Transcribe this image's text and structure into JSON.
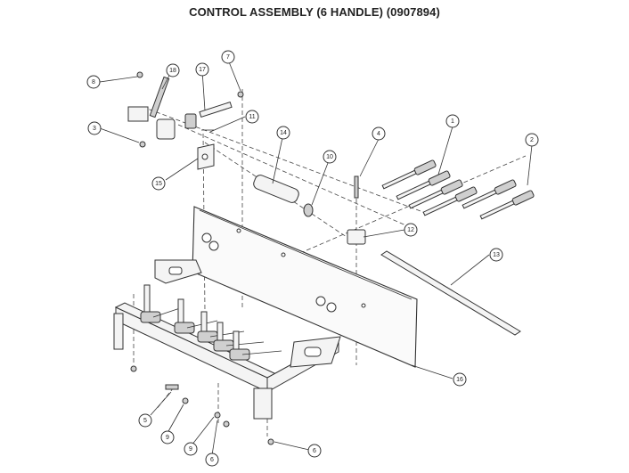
{
  "title": "CONTROL ASSEMBLY (6 HANDLE) (0907894)",
  "callouts": [
    {
      "label": "1"
    },
    {
      "label": "2"
    },
    {
      "label": "3"
    },
    {
      "label": "4"
    },
    {
      "label": "5"
    },
    {
      "label": "6"
    },
    {
      "label": "6"
    },
    {
      "label": "7"
    },
    {
      "label": "8"
    },
    {
      "label": "9"
    },
    {
      "label": "9"
    },
    {
      "label": "10"
    },
    {
      "label": "11"
    },
    {
      "label": "12"
    },
    {
      "label": "13"
    },
    {
      "label": "14"
    },
    {
      "label": "15"
    },
    {
      "label": "16"
    },
    {
      "label": "17"
    },
    {
      "label": "18"
    }
  ]
}
